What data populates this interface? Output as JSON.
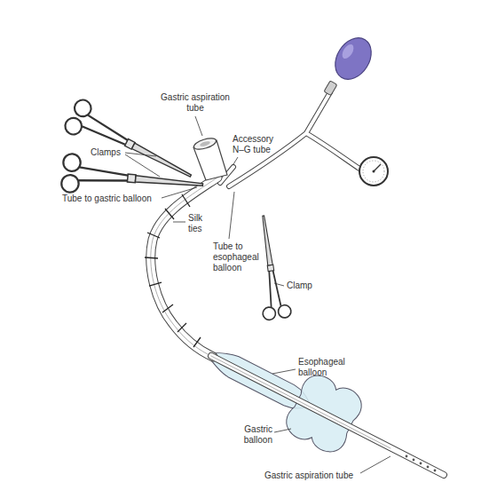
{
  "diagram": {
    "labels": [
      "Gastric aspiration tube",
      "Clamps",
      "Accessory N–G tube",
      "Tube to gastric balloon",
      "Silk ties",
      "Tube to esophageal balloon",
      "Clamp",
      "Esophageal balloon",
      "Gastric balloon",
      "Gastric aspiration tube"
    ]
  }
}
